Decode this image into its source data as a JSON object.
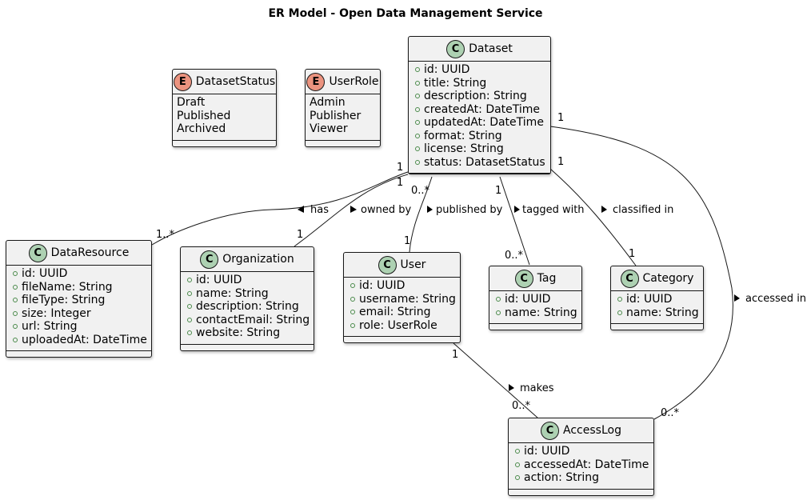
{
  "title": "ER Model - Open Data Management Service",
  "colors": {
    "class_badge": "#add1b2",
    "enum_badge": "#eb937f",
    "box_fill": "#f1f1f1",
    "line": "#181818"
  },
  "enums": {
    "DatasetStatus": {
      "badge": "E",
      "name": "DatasetStatus",
      "values": [
        "Draft",
        "Published",
        "Archived"
      ]
    },
    "UserRole": {
      "badge": "E",
      "name": "UserRole",
      "values": [
        "Admin",
        "Publisher",
        "Viewer"
      ]
    }
  },
  "classes": {
    "Dataset": {
      "badge": "C",
      "name": "Dataset",
      "fields": [
        "id: UUID",
        "title: String",
        "description: String",
        "createdAt: DateTime",
        "updatedAt: DateTime",
        "format: String",
        "license: String",
        "status: DatasetStatus"
      ]
    },
    "DataResource": {
      "badge": "C",
      "name": "DataResource",
      "fields": [
        "id: UUID",
        "fileName: String",
        "fileType: String",
        "size: Integer",
        "url: String",
        "uploadedAt: DateTime"
      ]
    },
    "Organization": {
      "badge": "C",
      "name": "Organization",
      "fields": [
        "id: UUID",
        "name: String",
        "description: String",
        "contactEmail: String",
        "website: String"
      ]
    },
    "User": {
      "badge": "C",
      "name": "User",
      "fields": [
        "id: UUID",
        "username: String",
        "email: String",
        "role: UserRole"
      ]
    },
    "Tag": {
      "badge": "C",
      "name": "Tag",
      "fields": [
        "id: UUID",
        "name: String"
      ]
    },
    "Category": {
      "badge": "C",
      "name": "Category",
      "fields": [
        "id: UUID",
        "name: String"
      ]
    },
    "AccessLog": {
      "badge": "C",
      "name": "AccessLog",
      "fields": [
        "id: UUID",
        "accessedAt: DateTime",
        "action: String"
      ]
    }
  },
  "relations": {
    "has": {
      "label": "has",
      "from_mult": "1",
      "to_mult": "1..*"
    },
    "owned_by": {
      "label": "owned by",
      "from_mult": "1",
      "to_mult": "1"
    },
    "published_by": {
      "label": "published by",
      "from_mult": "0..*",
      "to_mult": "1"
    },
    "tagged_with": {
      "label": "tagged with",
      "from_mult": "1",
      "to_mult": "0..*"
    },
    "classified_in": {
      "label": "classified in",
      "from_mult": "1",
      "to_mult": "1"
    },
    "accessed_in": {
      "label": "accessed in",
      "from_mult": "1",
      "to_mult": "0..*"
    },
    "makes": {
      "label": "makes",
      "from_mult": "1",
      "to_mult": "0..*"
    }
  }
}
